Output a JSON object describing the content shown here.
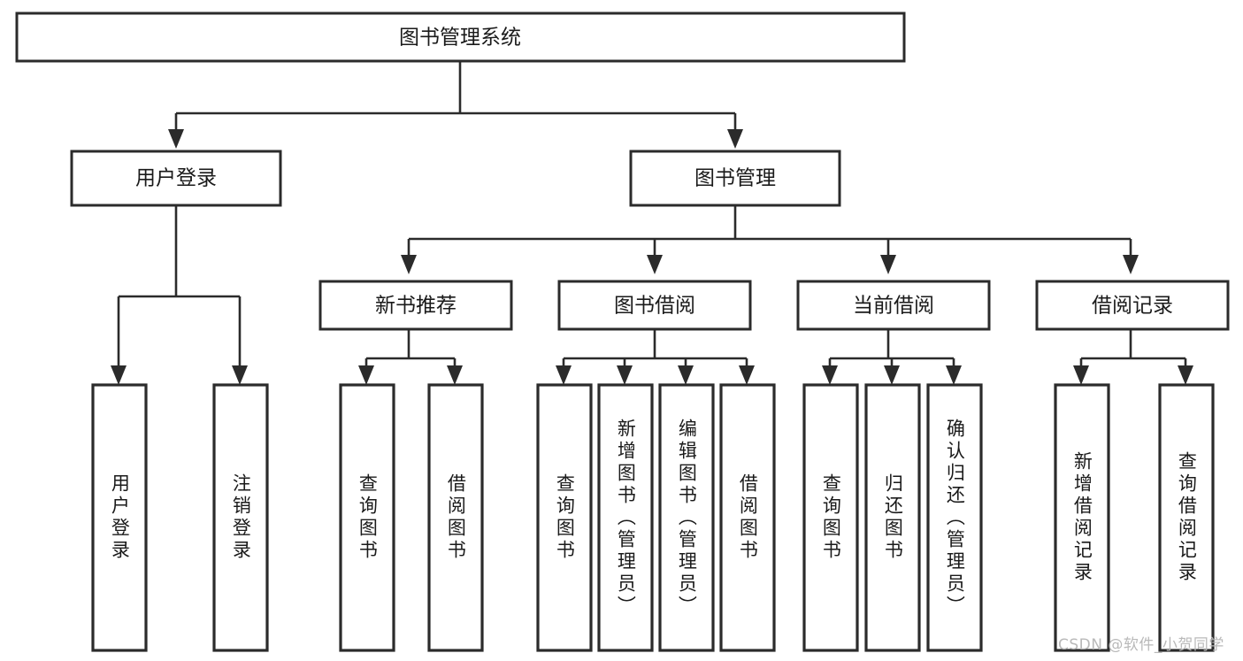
{
  "diagram": {
    "type": "tree",
    "title": "图书管理系统",
    "orientation": "top-down",
    "colors": {
      "box_stroke": "#2b2b2b",
      "box_fill": "#ffffff",
      "text": "#1a1a1a",
      "background": "#ffffff",
      "watermark": "#b9b9b9"
    },
    "root": {
      "label": "图书管理系统"
    },
    "level2": [
      {
        "id": "user-login",
        "label": "用户登录"
      },
      {
        "id": "book-management",
        "label": "图书管理"
      }
    ],
    "level3": [
      {
        "id": "new-book-recommend",
        "label": "新书推荐",
        "parent": "book-management"
      },
      {
        "id": "book-borrow",
        "label": "图书借阅",
        "parent": "book-management"
      },
      {
        "id": "current-borrow",
        "label": "当前借阅",
        "parent": "book-management"
      },
      {
        "id": "borrow-record",
        "label": "借阅记录",
        "parent": "book-management"
      }
    ],
    "leaves": [
      {
        "id": "leaf-user-login",
        "label": "用户登录",
        "parent": "user-login"
      },
      {
        "id": "leaf-logout-login",
        "label": "注销登录",
        "parent": "user-login"
      },
      {
        "id": "leaf-query-book-1",
        "label": "查询图书",
        "parent": "new-book-recommend"
      },
      {
        "id": "leaf-borrow-book-1",
        "label": "借阅图书",
        "parent": "new-book-recommend"
      },
      {
        "id": "leaf-query-book-2",
        "label": "查询图书",
        "parent": "book-borrow"
      },
      {
        "id": "leaf-add-book",
        "label": "新增图书（管理员）",
        "parent": "book-borrow"
      },
      {
        "id": "leaf-edit-book",
        "label": "编辑图书（管理员）",
        "parent": "book-borrow"
      },
      {
        "id": "leaf-borrow-book-2",
        "label": "借阅图书",
        "parent": "book-borrow"
      },
      {
        "id": "leaf-query-book-3",
        "label": "查询图书",
        "parent": "current-borrow"
      },
      {
        "id": "leaf-return-book",
        "label": "归还图书",
        "parent": "current-borrow"
      },
      {
        "id": "leaf-confirm-return",
        "label": "确认归还（管理员）",
        "parent": "current-borrow"
      },
      {
        "id": "leaf-add-record",
        "label": "新增借阅记录",
        "parent": "borrow-record"
      },
      {
        "id": "leaf-query-record",
        "label": "查询借阅记录",
        "parent": "borrow-record"
      }
    ]
  },
  "watermark": {
    "text": "CSDN @软件_小贺同学"
  }
}
